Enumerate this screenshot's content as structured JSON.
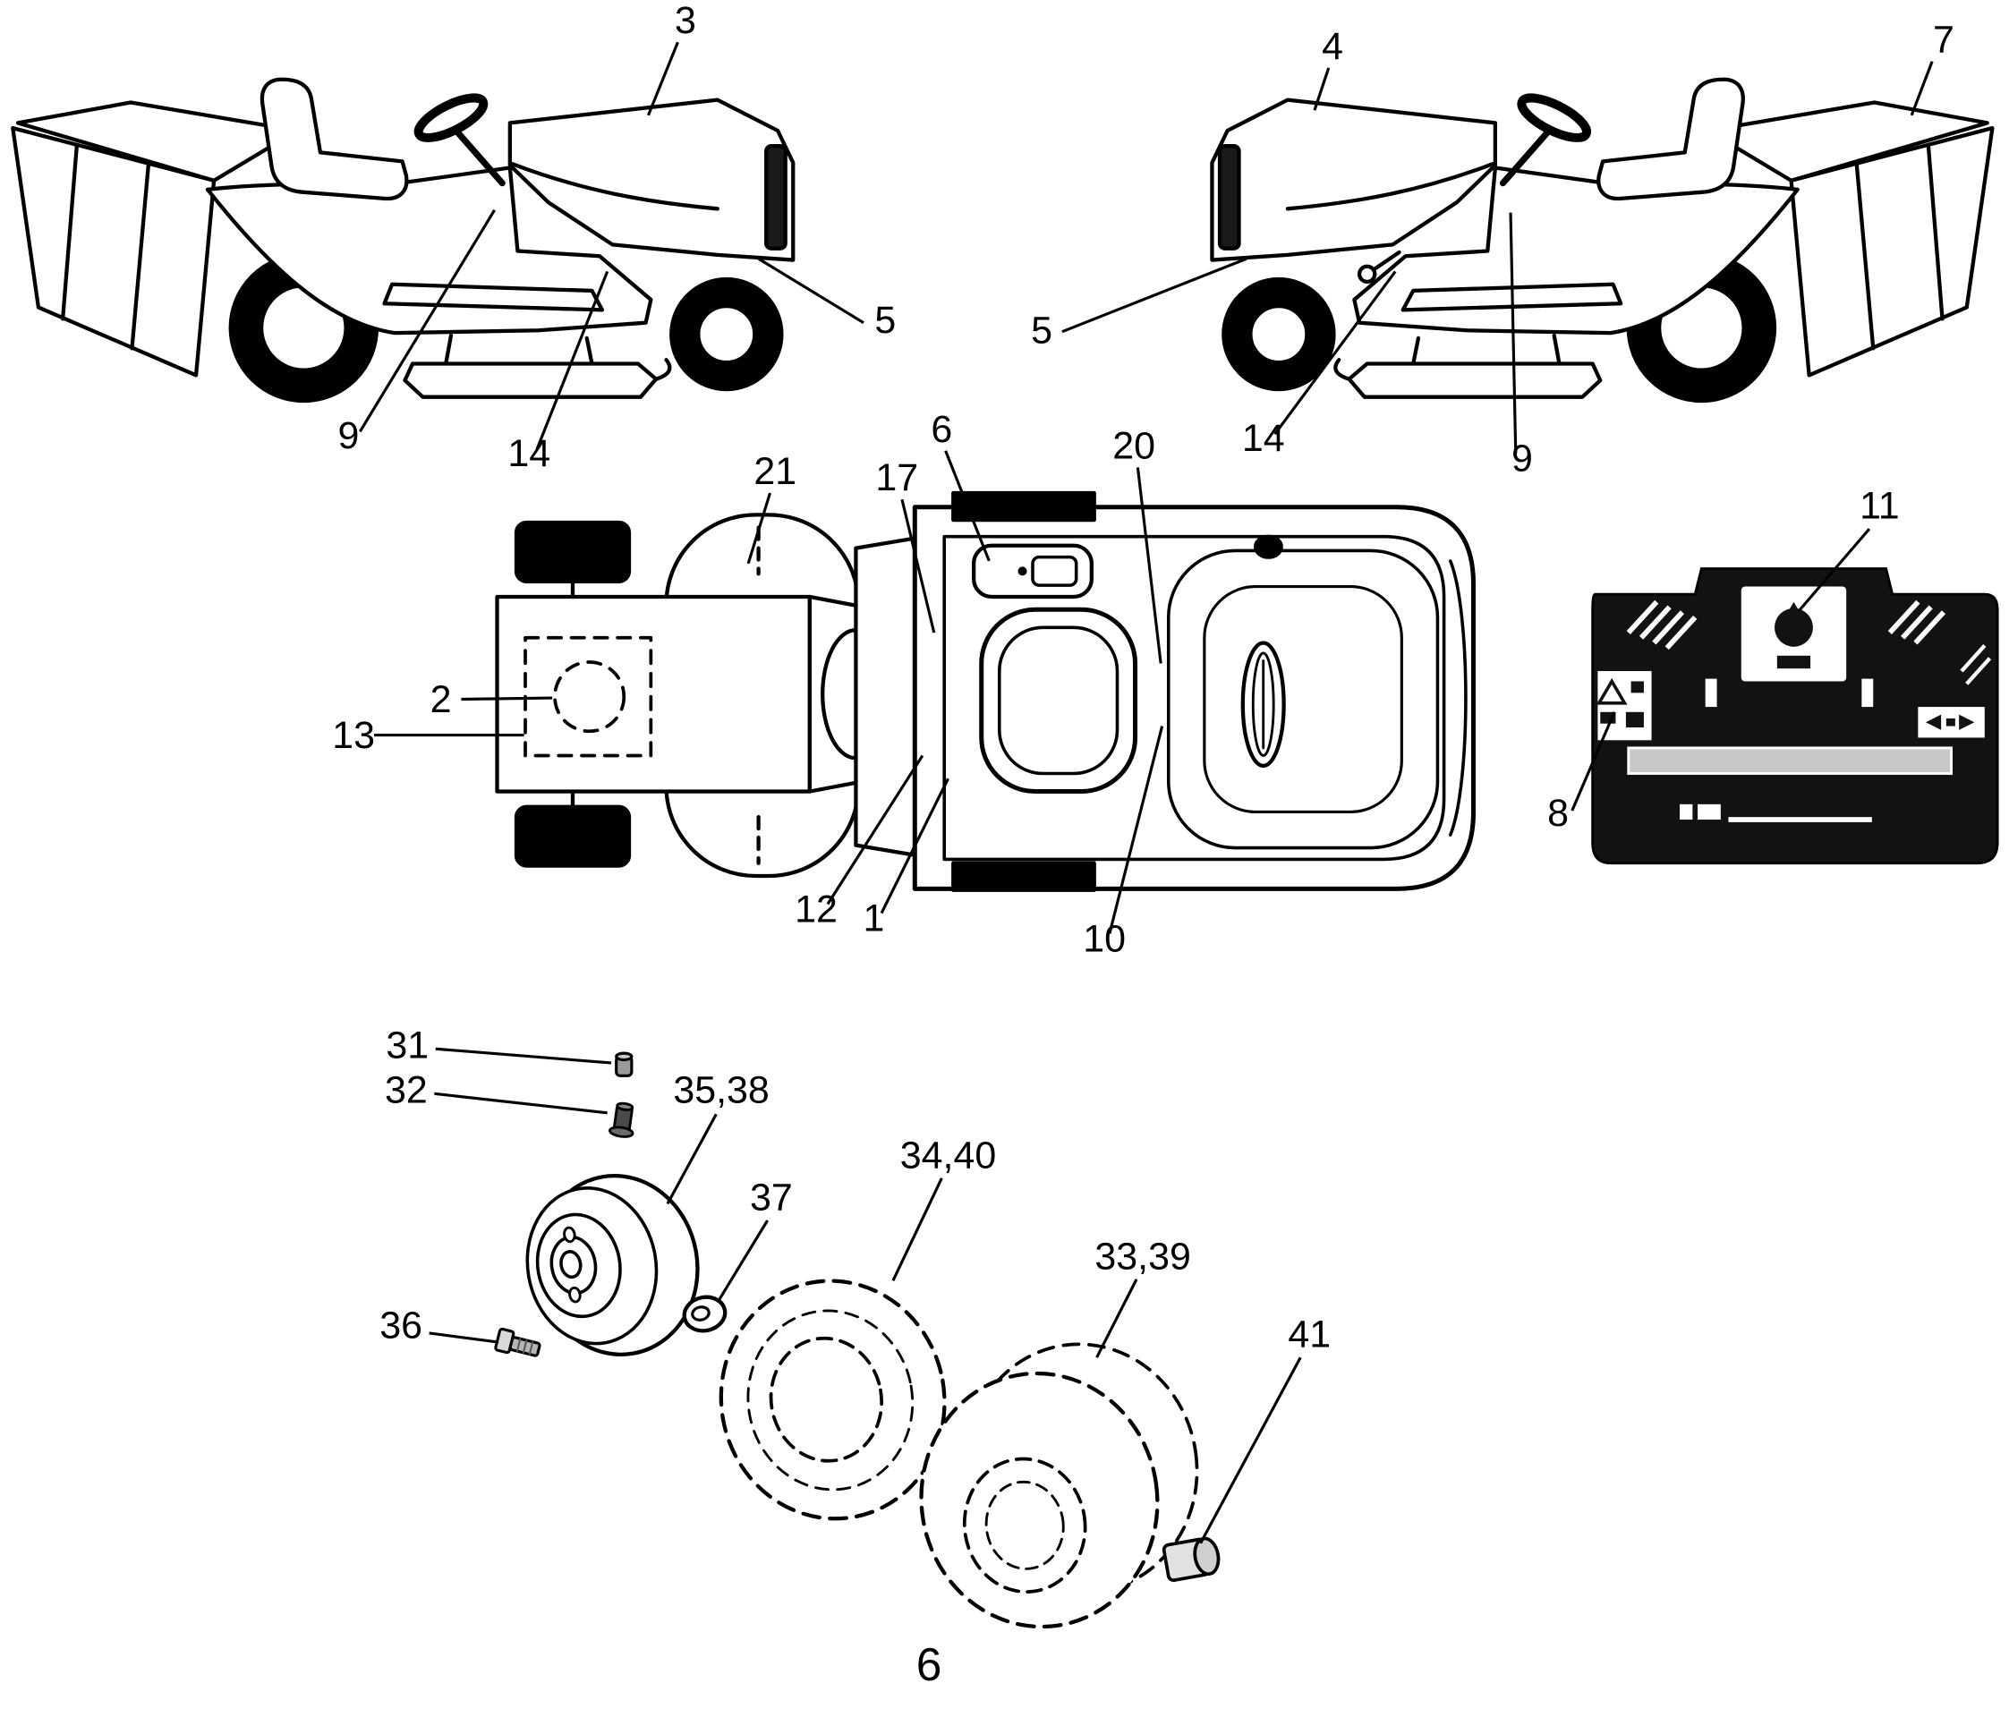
{
  "page_number": "6",
  "views": {
    "side_left": {
      "callouts": {
        "hood": "3",
        "body_side": "9",
        "footrest": "14",
        "side_panel": "5"
      }
    },
    "side_right": {
      "callouts": {
        "hood": "4",
        "bagger": "7",
        "side_panel": "5",
        "footrest": "14",
        "body_side": "9"
      }
    },
    "top": {
      "callouts": {
        "hood": "21",
        "console": "17",
        "dash_decal": "6",
        "fender_body": "20",
        "deck_round_decal": "2",
        "deck_hidden_decal": "13",
        "console_left": "12",
        "console_center": "1",
        "fender_inner": "10"
      }
    },
    "rear_panel": {
      "callouts": {
        "center_decal": "11",
        "warning_decal": "8"
      }
    },
    "wheels": {
      "callouts": {
        "valve_cap": "31",
        "valve_stem": "32",
        "rim": "35,38",
        "bearing": "37",
        "bolt": "36",
        "front_tire": "34,40",
        "rear_tire": "33,39",
        "axle_cap": "41"
      }
    }
  }
}
